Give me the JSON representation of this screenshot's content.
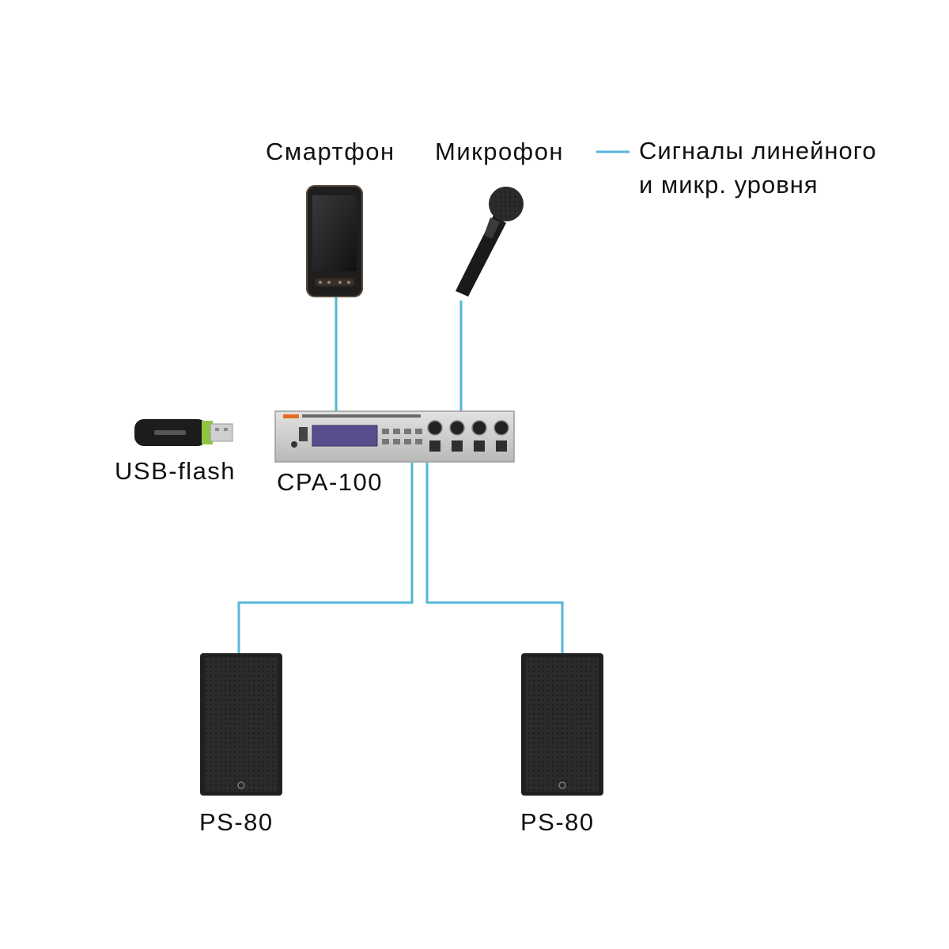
{
  "colors": {
    "cable": "#56b6d8",
    "device_dark": "#222222",
    "amp_body": "#c9c9c9",
    "display": "#5a4d8c",
    "usb_accent": "#8dc63f"
  },
  "legend": {
    "line1": "Сигналы линейного",
    "line2": "и микр. уровня"
  },
  "devices": {
    "smartphone": {
      "label": "Смартфон",
      "icon": "smartphone-icon"
    },
    "microphone": {
      "label": "Микрофон",
      "icon": "microphone-icon"
    },
    "usb": {
      "label": "USB-flash",
      "icon": "usb-flash-icon"
    },
    "amplifier": {
      "label": "CPA-100",
      "icon": "amplifier-icon"
    },
    "speaker_left": {
      "label": "PS-80",
      "icon": "speaker-icon"
    },
    "speaker_right": {
      "label": "PS-80",
      "icon": "speaker-icon"
    }
  }
}
